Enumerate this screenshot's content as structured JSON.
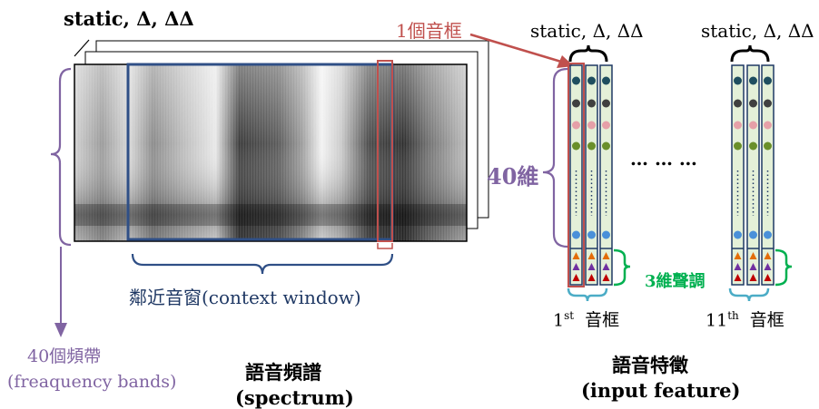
{
  "spectrum": {
    "stack_label": "static, Δ, ΔΔ",
    "frame_label": "1個音框",
    "context_label": "鄰近音窗(context window)",
    "band_label_1": "40個頻帶",
    "band_label_2": "(freaquency bands)",
    "title_zh": "語音頻譜",
    "title_en": "(spectrum)"
  },
  "features": {
    "group1_label": "static, Δ, ΔΔ",
    "group2_label": "static, Δ, ΔΔ",
    "dims_label": "40維",
    "tone_label": "3維聲調",
    "ellipsis": "… … …",
    "first_num": "1",
    "first_sup": "st",
    "first_word": "音框",
    "last_num": "11",
    "last_sup": "th",
    "last_word": "音框",
    "title_zh": "語音特徵",
    "title_en": "(input feature)"
  },
  "colors": {
    "purple": "#8064a2",
    "red": "#c0504d",
    "navy": "#1f3864",
    "green": "#00b050",
    "cyan": "#4bacc6",
    "column_fill": "#e4f0d8"
  }
}
